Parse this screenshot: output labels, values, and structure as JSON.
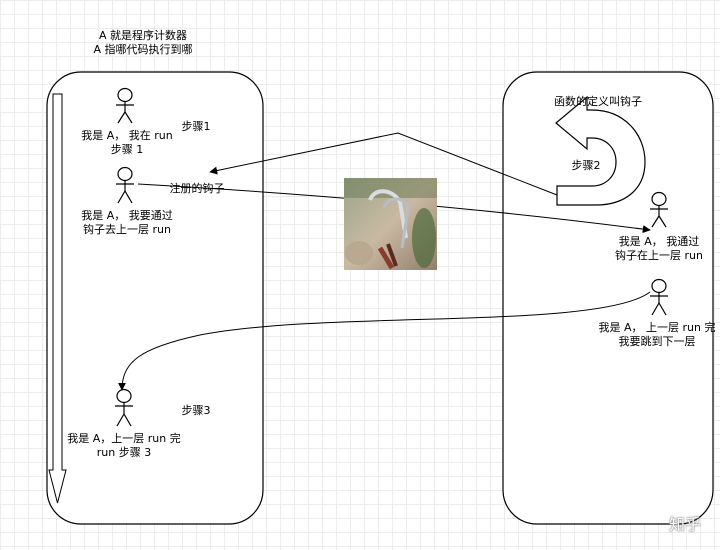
{
  "diagram": {
    "header_note": {
      "line1": "A 就是程序计数器",
      "line2": "A 指哪代码执行到哪"
    },
    "left_lane": {
      "figure1": {
        "line1": "我是 A， 我在 run",
        "line2": "步骤 1"
      },
      "step1_label": "步骤1",
      "figure2": {
        "line1": "我是 A， 我要通过",
        "line2": "钩子去上一层 run"
      },
      "register_hook_label": "注册的钩子",
      "figure3": {
        "line1": "我是 A，上一层 run 完",
        "line2": "run 步骤 3"
      },
      "step3_label": "步骤3"
    },
    "right_lane": {
      "title": "函数的定义叫钩子",
      "step2_label": "步骤2",
      "figure1": {
        "line1": "我是 A， 我通过",
        "line2": "钩子在上一层 run"
      },
      "figure2": {
        "line1": "我是 A， 上一层 run 完",
        "line2": "我要跳到下一层"
      }
    },
    "watermark": "知乎"
  }
}
